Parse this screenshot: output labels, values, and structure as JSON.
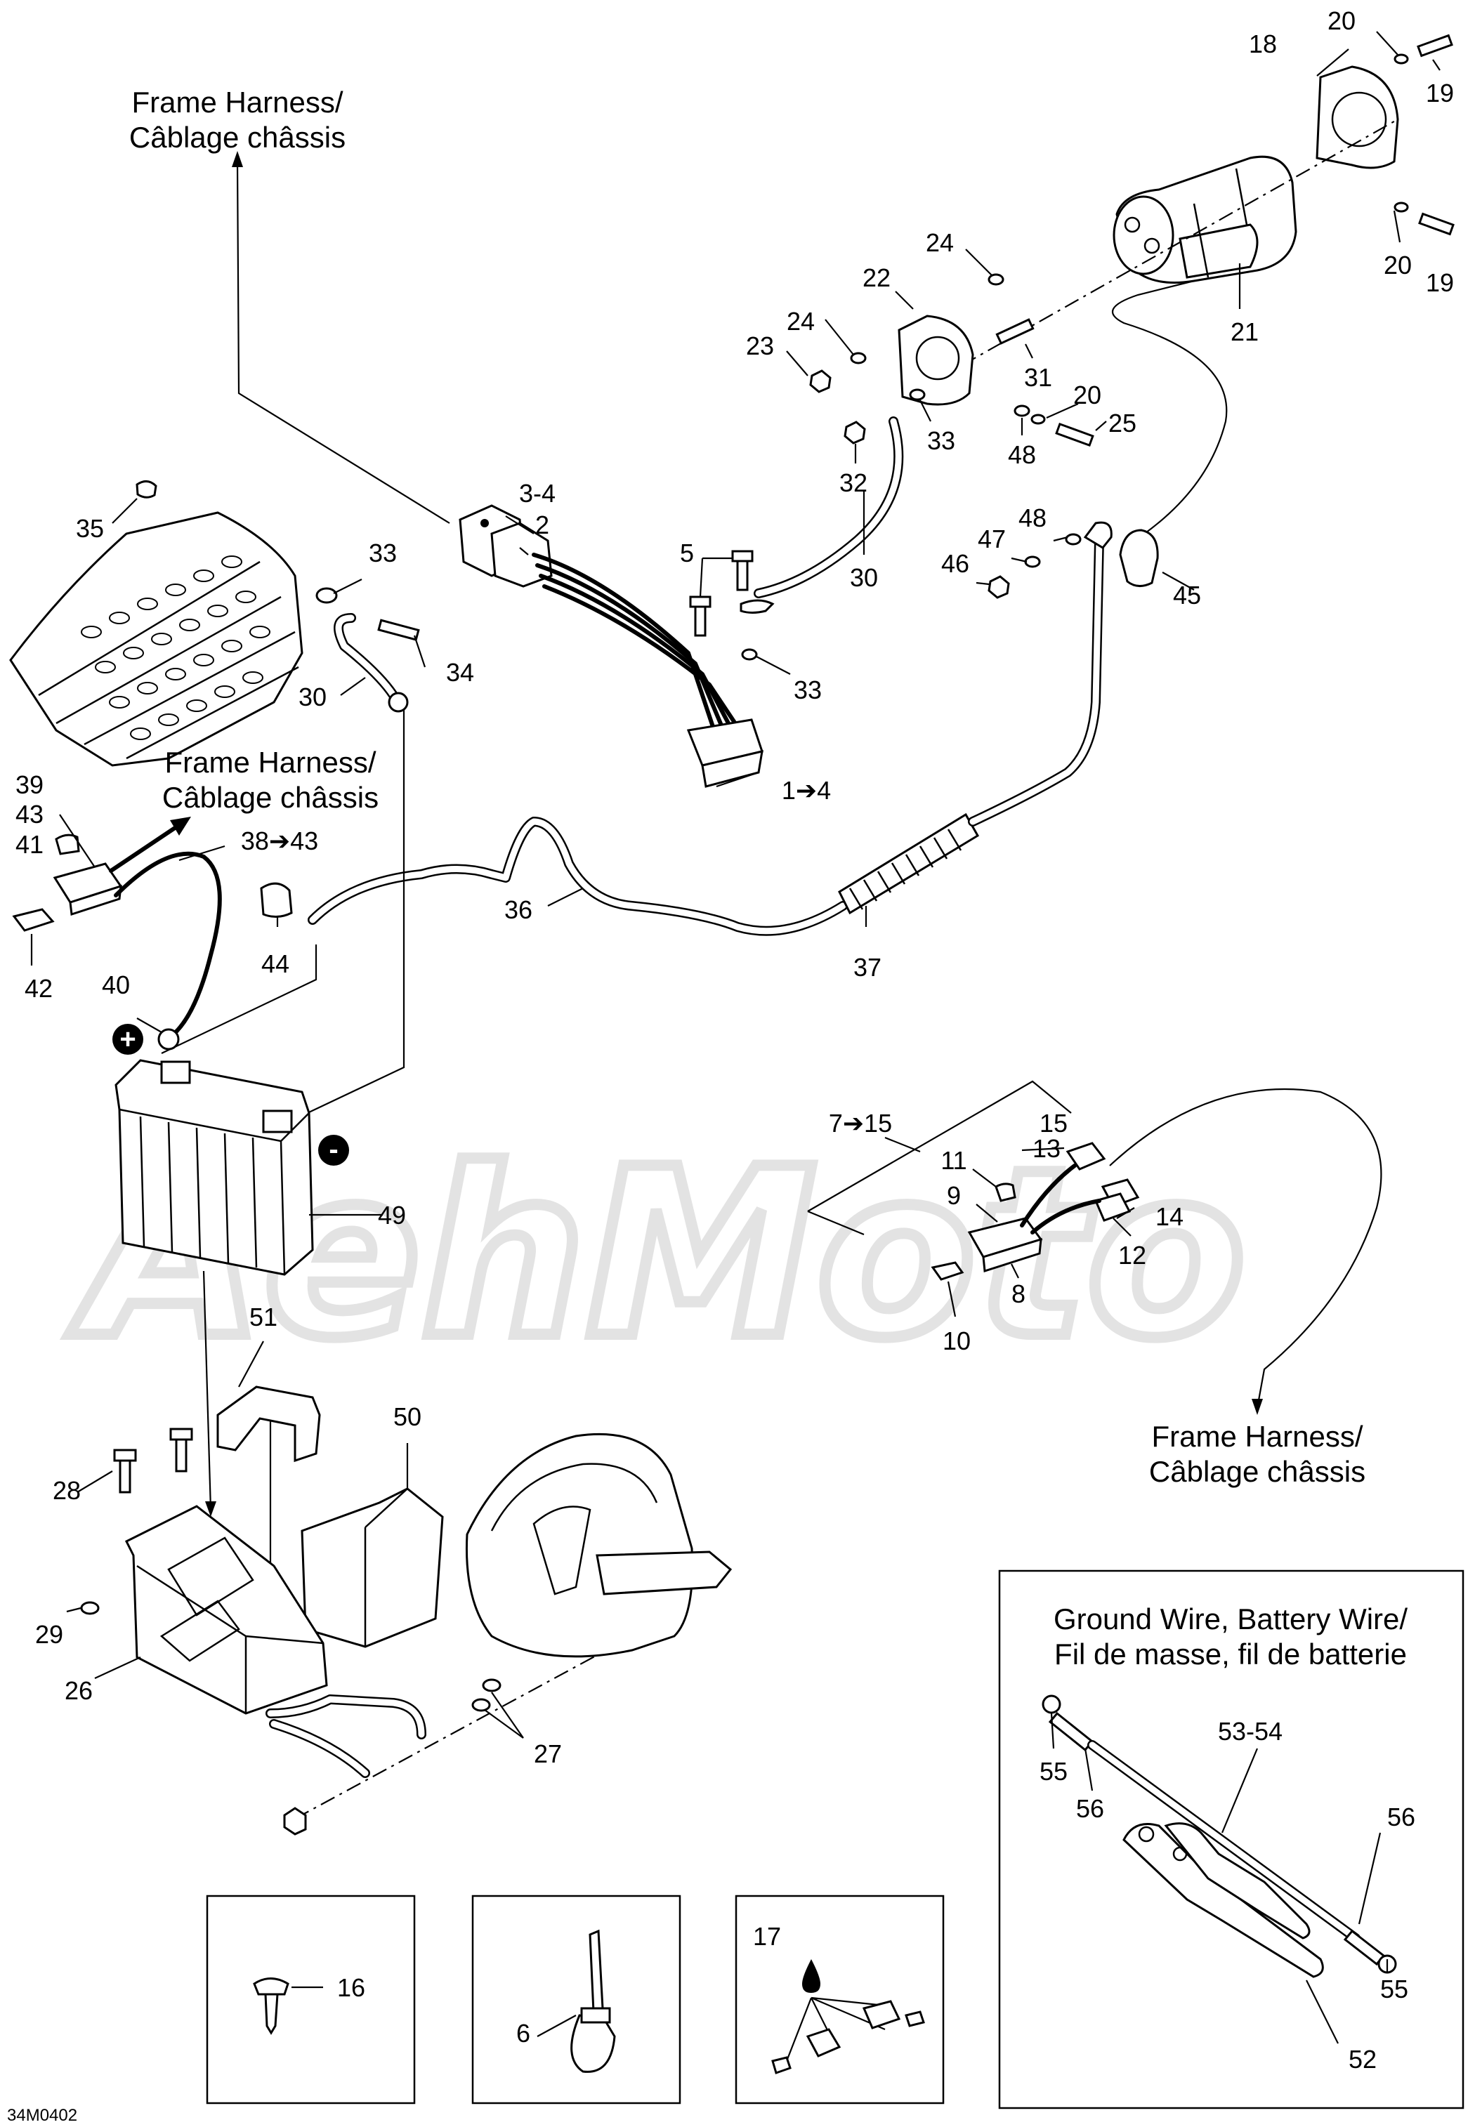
{
  "diagram": {
    "code": "34M0402",
    "watermark": "AehMoto",
    "callouts": {
      "frame_harness_top": [
        "Frame Harness/",
        "Câblage châssis"
      ],
      "frame_harness_left": [
        "Frame Harness/",
        "Câblage châssis"
      ],
      "frame_harness_right": [
        "Frame Harness/",
        "Câblage châssis"
      ],
      "ground_wire_box": [
        "Ground Wire, Battery Wire/",
        "Fil de masse, fil de batterie"
      ]
    },
    "labels": {
      "l20a": "20",
      "l18": "18",
      "l19a": "19",
      "l20b": "20",
      "l19b": "19",
      "l24a": "24",
      "l22": "22",
      "l24b": "24",
      "l23": "23",
      "l31": "31",
      "l20c": "20",
      "l25": "25",
      "l21": "21",
      "l33a": "33",
      "l48a": "48",
      "l32": "32",
      "l34_group": "3-4",
      "l2": "2",
      "l5": "5",
      "l30a": "30",
      "l48b": "48",
      "l47": "47",
      "l46": "46",
      "l45": "45",
      "l33b": "33",
      "l35": "35",
      "l33c": "33",
      "l34": "34",
      "l30b": "30",
      "l1to4": "1➔4",
      "l39": "39",
      "l43": "43",
      "l41": "41",
      "l38to43": "38➔43",
      "l36": "36",
      "l44": "44",
      "l42": "42",
      "l37": "37",
      "l40": "40",
      "l7to15": "7➔15",
      "l15": "15",
      "l13": "13",
      "l11": "11",
      "l9": "9",
      "l14": "14",
      "l12": "12",
      "l8": "8",
      "l10": "10",
      "l49": "49",
      "l51": "51",
      "l50": "50",
      "l28": "28",
      "l29": "29",
      "l26": "26",
      "l27": "27",
      "l53_54": "53-54",
      "l55a": "55",
      "l56a": "56",
      "l56b": "56",
      "l55b": "55",
      "l52": "52",
      "l16": "16",
      "l6": "6",
      "l17": "17"
    },
    "battery_polarity": {
      "positive": "+",
      "negative": "-"
    }
  }
}
